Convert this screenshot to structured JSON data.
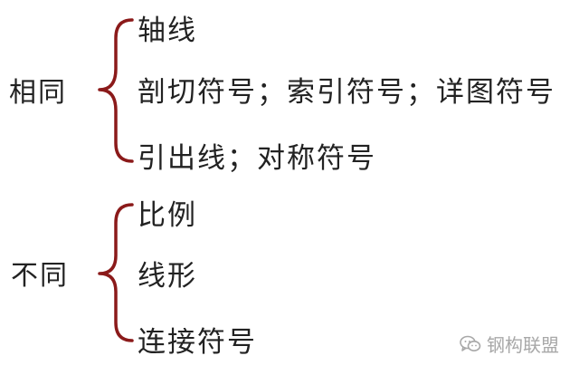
{
  "groups": [
    {
      "label": "相同",
      "items": [
        "轴线",
        "剖切符号；索引符号；详图符号",
        "引出线；对称符号"
      ]
    },
    {
      "label": "不同",
      "items": [
        "比例",
        "线形",
        "连接符号"
      ]
    }
  ],
  "watermark": {
    "text": "钢构联盟",
    "icon": "wechat-icon"
  },
  "colors": {
    "brace": "#8b1a1a",
    "text": "#222222",
    "watermark": "#a8a8a8"
  }
}
